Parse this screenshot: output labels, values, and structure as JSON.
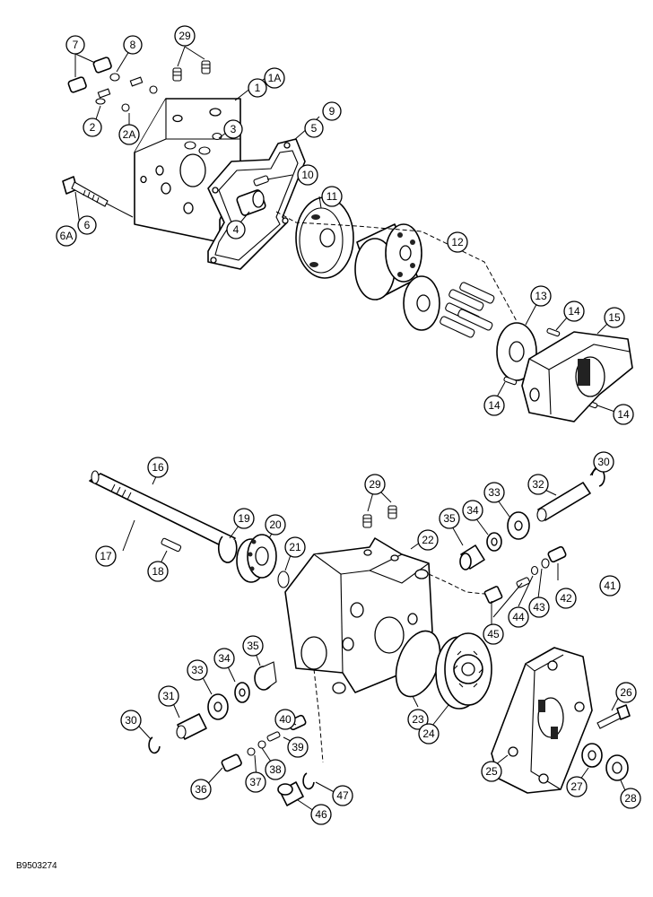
{
  "drawing": {
    "reference_number": "B9503274"
  },
  "callouts": [
    "7",
    "8",
    "29",
    "1",
    "1A",
    "2",
    "2A",
    "3",
    "5",
    "9",
    "10",
    "6",
    "6A",
    "11",
    "4",
    "12",
    "13",
    "14",
    "15",
    "14",
    "14",
    "16",
    "30",
    "32",
    "33",
    "17",
    "19",
    "20",
    "21",
    "29",
    "22",
    "35",
    "34",
    "18",
    "41",
    "42",
    "43",
    "44",
    "45",
    "35",
    "34",
    "33",
    "31",
    "30",
    "40",
    "39",
    "23",
    "24",
    "26",
    "36",
    "37",
    "38",
    "47",
    "46",
    "25",
    "27",
    "28"
  ]
}
